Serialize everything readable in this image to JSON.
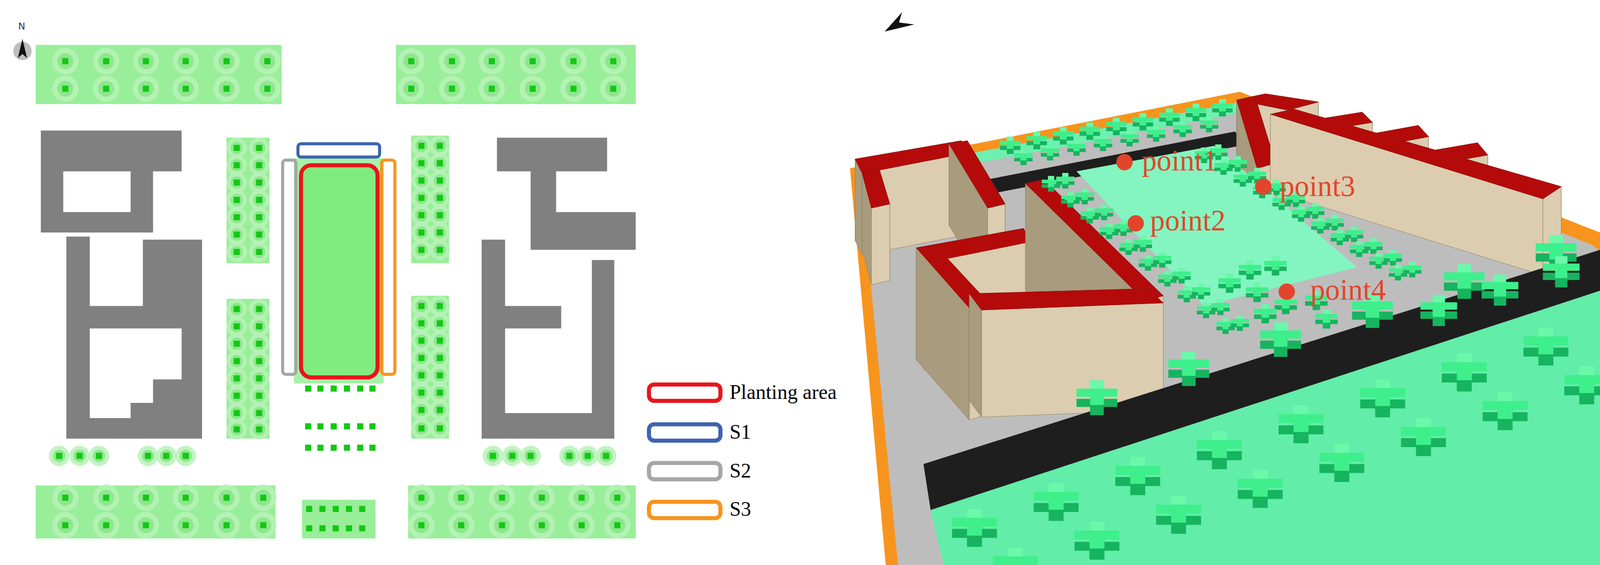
{
  "diagram": {
    "labels": [
      "N",
      "point1",
      "point2",
      "point3",
      "point4"
    ],
    "legend": [
      {
        "text": "Planting area",
        "color": "#e8141c"
      },
      {
        "text": "S1",
        "color": "#3c64ae"
      },
      {
        "text": "S2",
        "color": "#a6a6a6"
      },
      {
        "text": "S3",
        "color": "#f7941d"
      }
    ]
  }
}
